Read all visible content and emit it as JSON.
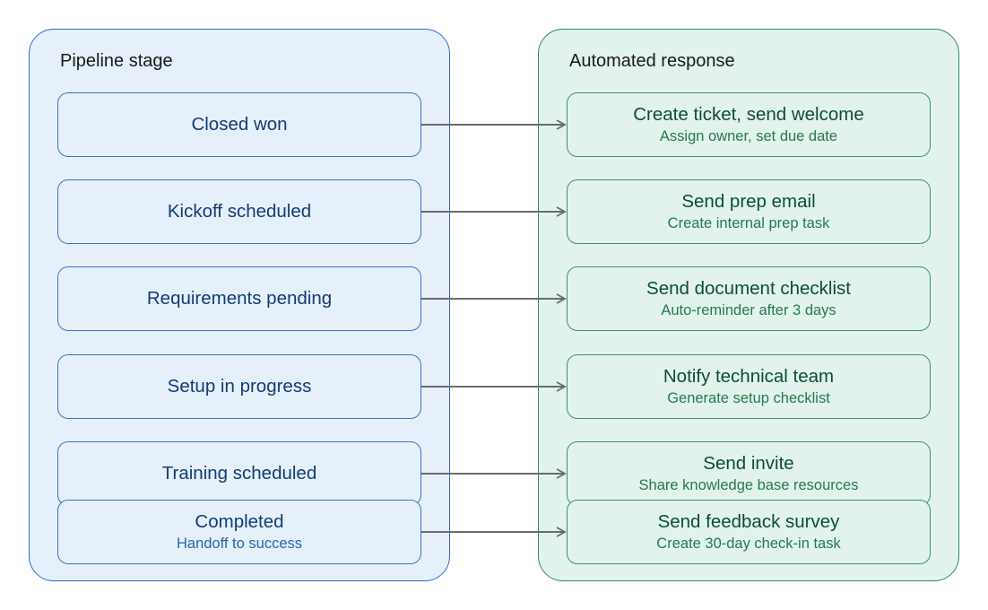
{
  "left_panel": {
    "title": "Pipeline stage"
  },
  "right_panel": {
    "title": "Automated response"
  },
  "stages": [
    {
      "label": "Closed won",
      "sub": ""
    },
    {
      "label": "Kickoff scheduled",
      "sub": ""
    },
    {
      "label": "Requirements pending",
      "sub": ""
    },
    {
      "label": "Setup in progress",
      "sub": ""
    },
    {
      "label": "Training scheduled",
      "sub": ""
    },
    {
      "label": "Completed",
      "sub": "Handoff to success"
    }
  ],
  "responses": [
    {
      "label": "Create ticket, send welcome",
      "sub": "Assign owner, set due date"
    },
    {
      "label": "Send prep email",
      "sub": "Create internal prep task"
    },
    {
      "label": "Send document checklist",
      "sub": "Auto-reminder after 3 days"
    },
    {
      "label": "Notify technical team",
      "sub": "Generate setup checklist"
    },
    {
      "label": "Send invite",
      "sub": "Share knowledge base resources"
    },
    {
      "label": "Send feedback survey",
      "sub": "Create 30-day check-in task"
    }
  ],
  "colors": {
    "stage_fill": "#e6f0fa",
    "stage_border": "#3a73c4",
    "response_fill": "#e1f3ec",
    "response_border": "#3a9367",
    "arrow": "#6b6b6b"
  }
}
